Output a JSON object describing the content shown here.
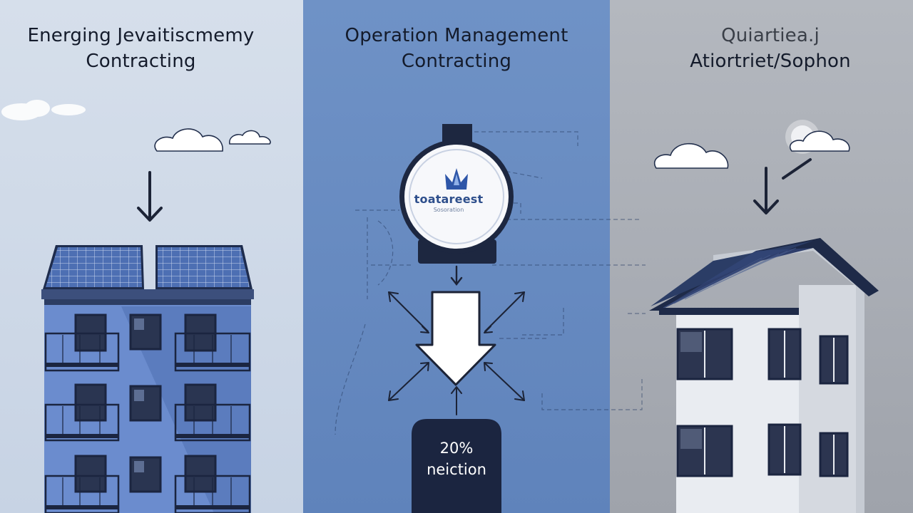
{
  "panels": {
    "left": {
      "title_line1": "Energing Jevaitiscmemy",
      "title_line2": "Contracting"
    },
    "middle": {
      "title_line1": "Operation Management",
      "title_line2": "Contracting"
    },
    "right": {
      "title_line1": "Quiartiea.j",
      "title_line2": "Atiortriet/Sophon"
    }
  },
  "logo": {
    "name": "toatareest",
    "subtitle": "Sosoration"
  },
  "badge": {
    "value": "20%",
    "label": "neiction"
  },
  "colors": {
    "left_panel": "#cfd9e8",
    "middle_panel": "#6788c0",
    "right_panel": "#aaaeb5",
    "solar": "#3e5f9e",
    "building_blue": "#6283c8",
    "dark_navy": "#1b2540"
  }
}
